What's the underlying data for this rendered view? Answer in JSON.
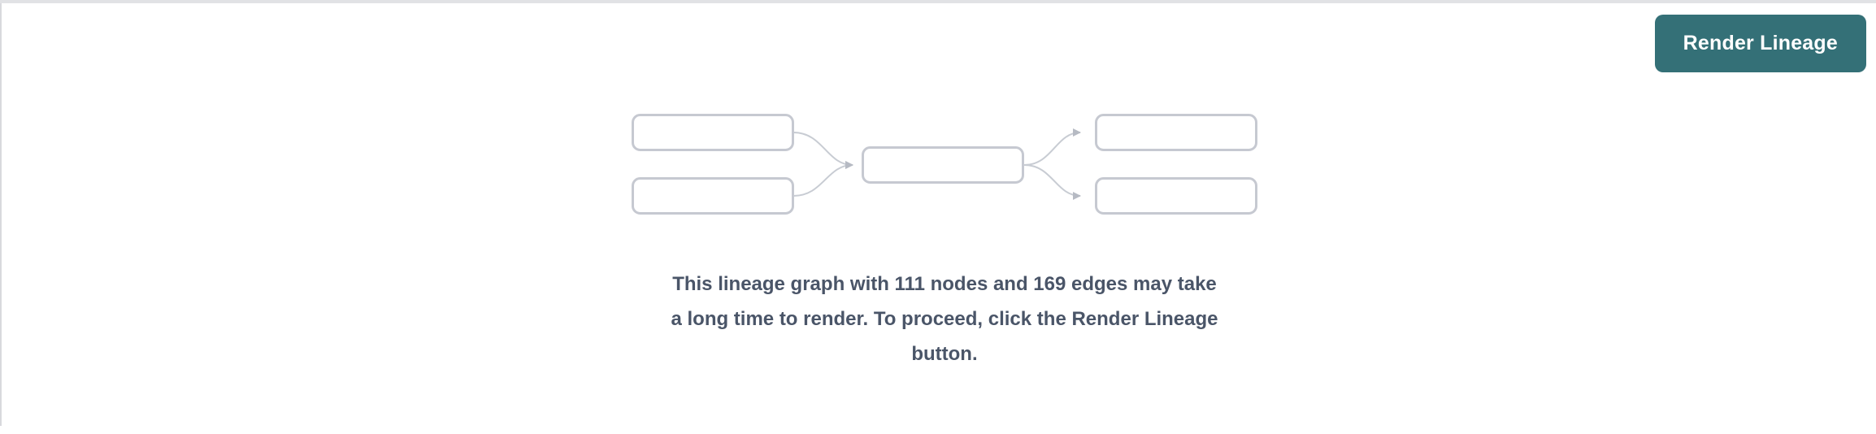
{
  "colors": {
    "page-bg": "#ffffff",
    "top-border": "#e1e2e5",
    "left-border": "#d8d9dd",
    "accent-teal": "#347077",
    "button-text": "#ffffff",
    "message-text": "#4a5568",
    "node-border": "#c6c9d1",
    "edge-stroke": "#c8ccd3",
    "arrowhead": "#b6bac3"
  },
  "toolbar": {
    "render_button_label": "Render Lineage"
  },
  "empty_state": {
    "node_count": "111",
    "edge_count": "169",
    "message": "This lineage graph with 111 nodes and 169 edges may take a long time to render. To proceed, click the Render Lineage button.",
    "message_lines": [
      "This lineage graph with 111 nodes and 169 edges may take",
      "a long time to render. To proceed, click the Render Lineage",
      "button."
    ],
    "diagram_description": "placeholder lineage graph preview: two source nodes feeding one center node feeding two target nodes"
  }
}
